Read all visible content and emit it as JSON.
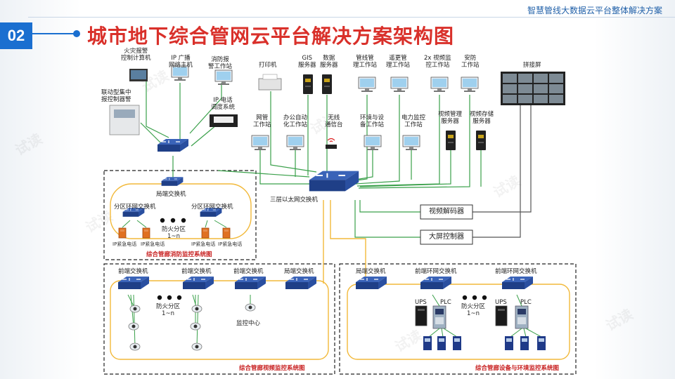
{
  "header": {
    "subtitle": "智慧管线大数据云平台整体解决方案",
    "section_number": "02",
    "title": "城市地下综合管网云平台解决方案架构图"
  },
  "watermark": "试读",
  "fire": {
    "fire_pc": "火灾报警\n控制计算机",
    "ip_broadcast": "IP 广播\n网络主机",
    "fire_station": "消防报\n警工作站",
    "linkage": "联动型集中\n报控制器警",
    "ip_phone": "IP 电话\n调度系统",
    "local_switch": "局端交换机",
    "zone_switch_a": "分区环网交换机",
    "zone_switch_b": "分区环网交换机",
    "fire_zone": "防火分区\n1~n",
    "ip_phone_items": [
      "IP紧急电话",
      "IP紧急电话",
      "IP紧急电话",
      "IP紧急电话"
    ],
    "caption": "综合管廊消防监控系统图"
  },
  "top": {
    "printer": "打印机",
    "gis": "GIS\n服务器",
    "data_server": "数据\n服务器",
    "pipe_station": "管线管\n理工作站",
    "remote_station": "遥更管\n理工作站",
    "video_station": "2x 视频监\n控工作站",
    "security_station": "安防\n工作站",
    "splicing_screen": "拼接屏",
    "network_station": "网管\n工作站",
    "office_station": "办公自动\n化工作站",
    "wireless": "无线\n通信台",
    "env_station": "环境与设\n备工作站",
    "power_station": "电力监控\n工作站",
    "video_mgmt": "视频管理\n服务器",
    "video_storage": "视频存储\n服务器",
    "core_switch": "三层以太网交换机",
    "video_decoder": "视频解码器",
    "screen_controller": "大屏控制器"
  },
  "video": {
    "front_switch_1": "前端交换机",
    "front_switch_2": "前端交换机",
    "front_switch_3": "前端交换机",
    "local_switch": "局端交换机",
    "fire_zone": "防火分区\n1~n",
    "monitor_center": "监控中心",
    "caption": "综合管廊视频监控系统图"
  },
  "env": {
    "local_switch": "局端交换机",
    "ring_switch_1": "前端环网交换机",
    "ring_switch_2": "前端环网交换机",
    "ups_1": "UPS",
    "plc_1": "PLC",
    "ups_2": "UPS",
    "plc_2": "PLC",
    "fire_zone": "防火分区\n1~n",
    "caption": "综合管廊设备与环境监控系统图"
  }
}
